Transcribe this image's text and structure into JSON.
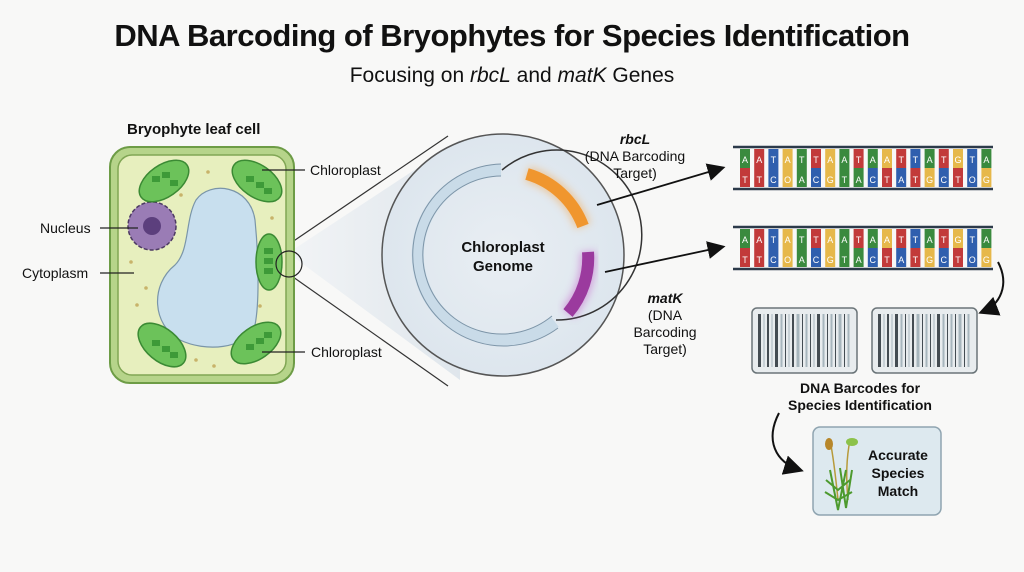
{
  "title": "DNA Barcoding of Bryophytes for Species Identification",
  "subtitle": {
    "prefix": "Focusing on ",
    "gene1": "rbcL",
    "middle": " and ",
    "gene2": "matK",
    "suffix": " Genes"
  },
  "cell": {
    "heading": "Bryophyte leaf cell",
    "labels": {
      "nucleus": "Nucleus",
      "cytoplasm": "Cytoplasm",
      "chloroplast_top": "Chloroplast",
      "chloroplast_bottom": "Chloroplast"
    }
  },
  "genome": {
    "label_line1": "Chloroplast",
    "label_line2": "Genome",
    "rbcl": {
      "name": "rbcL",
      "line1": "(DNA Barcoding",
      "line2": "Target)",
      "color": "#f0962e"
    },
    "matk": {
      "name": "matK",
      "line1": "(DNA",
      "line2": "Barcoding",
      "line3": "Target)",
      "color": "#9b3a9e"
    }
  },
  "sequences": [
    {
      "top": [
        "A",
        "A",
        "T",
        "A",
        "T",
        "T",
        "A",
        "A",
        "T",
        "A",
        "A",
        "T",
        "T",
        "A",
        "T",
        "G",
        "T",
        "A"
      ],
      "bottom": [
        "T",
        "T",
        "C",
        "O",
        "A",
        "C",
        "G",
        "T",
        "A",
        "C",
        "T",
        "A",
        "T",
        "G",
        "C",
        "T",
        "O",
        "G"
      ]
    },
    {
      "top": [
        "A",
        "A",
        "T",
        "A",
        "T",
        "T",
        "A",
        "A",
        "T",
        "A",
        "A",
        "T",
        "T",
        "A",
        "T",
        "G",
        "T",
        "A"
      ],
      "bottom": [
        "T",
        "T",
        "C",
        "O",
        "A",
        "C",
        "G",
        "T",
        "A",
        "C",
        "T",
        "A",
        "T",
        "G",
        "C",
        "T",
        "O",
        "G"
      ]
    }
  ],
  "base_colors": [
    "#3a8a3e",
    "#c23a3a",
    "#2f5fae",
    "#e6b84a",
    "#3a8a3e",
    "#c23a3a",
    "#e6b84a",
    "#3a8a3e",
    "#c23a3a",
    "#3a8a3e",
    "#e6b84a",
    "#c23a3a",
    "#2f5fae",
    "#3a8a3e",
    "#c23a3a",
    "#e6b84a",
    "#2f5fae",
    "#3a8a3e"
  ],
  "barcodes": {
    "label_line1": "DNA Barcodes for",
    "label_line2": "Species Identification"
  },
  "result": {
    "line1": "Accurate",
    "line2": "Species",
    "line3": "Match"
  }
}
